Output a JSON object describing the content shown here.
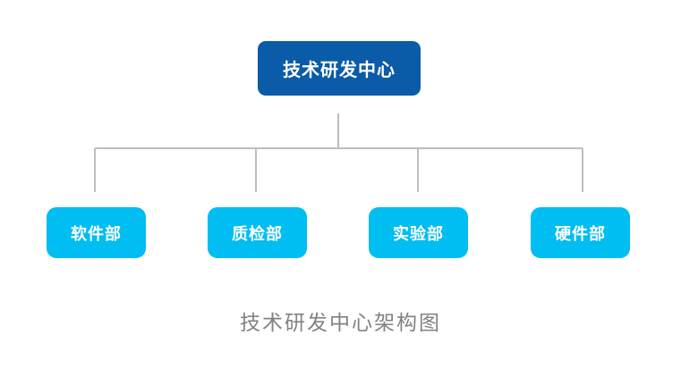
{
  "diagram": {
    "title": "技术研发中心架构图",
    "background_color": "#ffffff",
    "connector_color": "#bcbec0",
    "caption_color": "#808285",
    "root": {
      "label": "技术研发中心",
      "fill_color": "#0b5ca8",
      "text_color": "#ffffff"
    },
    "children": [
      {
        "label": "软件部",
        "fill_color": "#00bdf2",
        "text_color": "#ffffff"
      },
      {
        "label": "质检部",
        "fill_color": "#00bdf2",
        "text_color": "#ffffff"
      },
      {
        "label": "实验部",
        "fill_color": "#00bdf2",
        "text_color": "#ffffff"
      },
      {
        "label": "硬件部",
        "fill_color": "#00bdf2",
        "text_color": "#ffffff"
      }
    ]
  },
  "chart_data": {
    "type": "diagram",
    "diagram_type": "organization-chart",
    "title": "技术研发中心架构图",
    "levels": 2,
    "nodes": [
      {
        "id": "root",
        "label": "技术研发中心",
        "level": 0,
        "parent": null,
        "color": "#0b5ca8"
      },
      {
        "id": "software",
        "label": "软件部",
        "level": 1,
        "parent": "root",
        "color": "#00bdf2"
      },
      {
        "id": "quality",
        "label": "质检部",
        "level": 1,
        "parent": "root",
        "color": "#00bdf2"
      },
      {
        "id": "lab",
        "label": "实验部",
        "level": 1,
        "parent": "root",
        "color": "#00bdf2"
      },
      {
        "id": "hardware",
        "label": "硬件部",
        "level": 1,
        "parent": "root",
        "color": "#00bdf2"
      }
    ],
    "edges": [
      {
        "from": "root",
        "to": "software"
      },
      {
        "from": "root",
        "to": "quality"
      },
      {
        "from": "root",
        "to": "lab"
      },
      {
        "from": "root",
        "to": "hardware"
      }
    ]
  }
}
